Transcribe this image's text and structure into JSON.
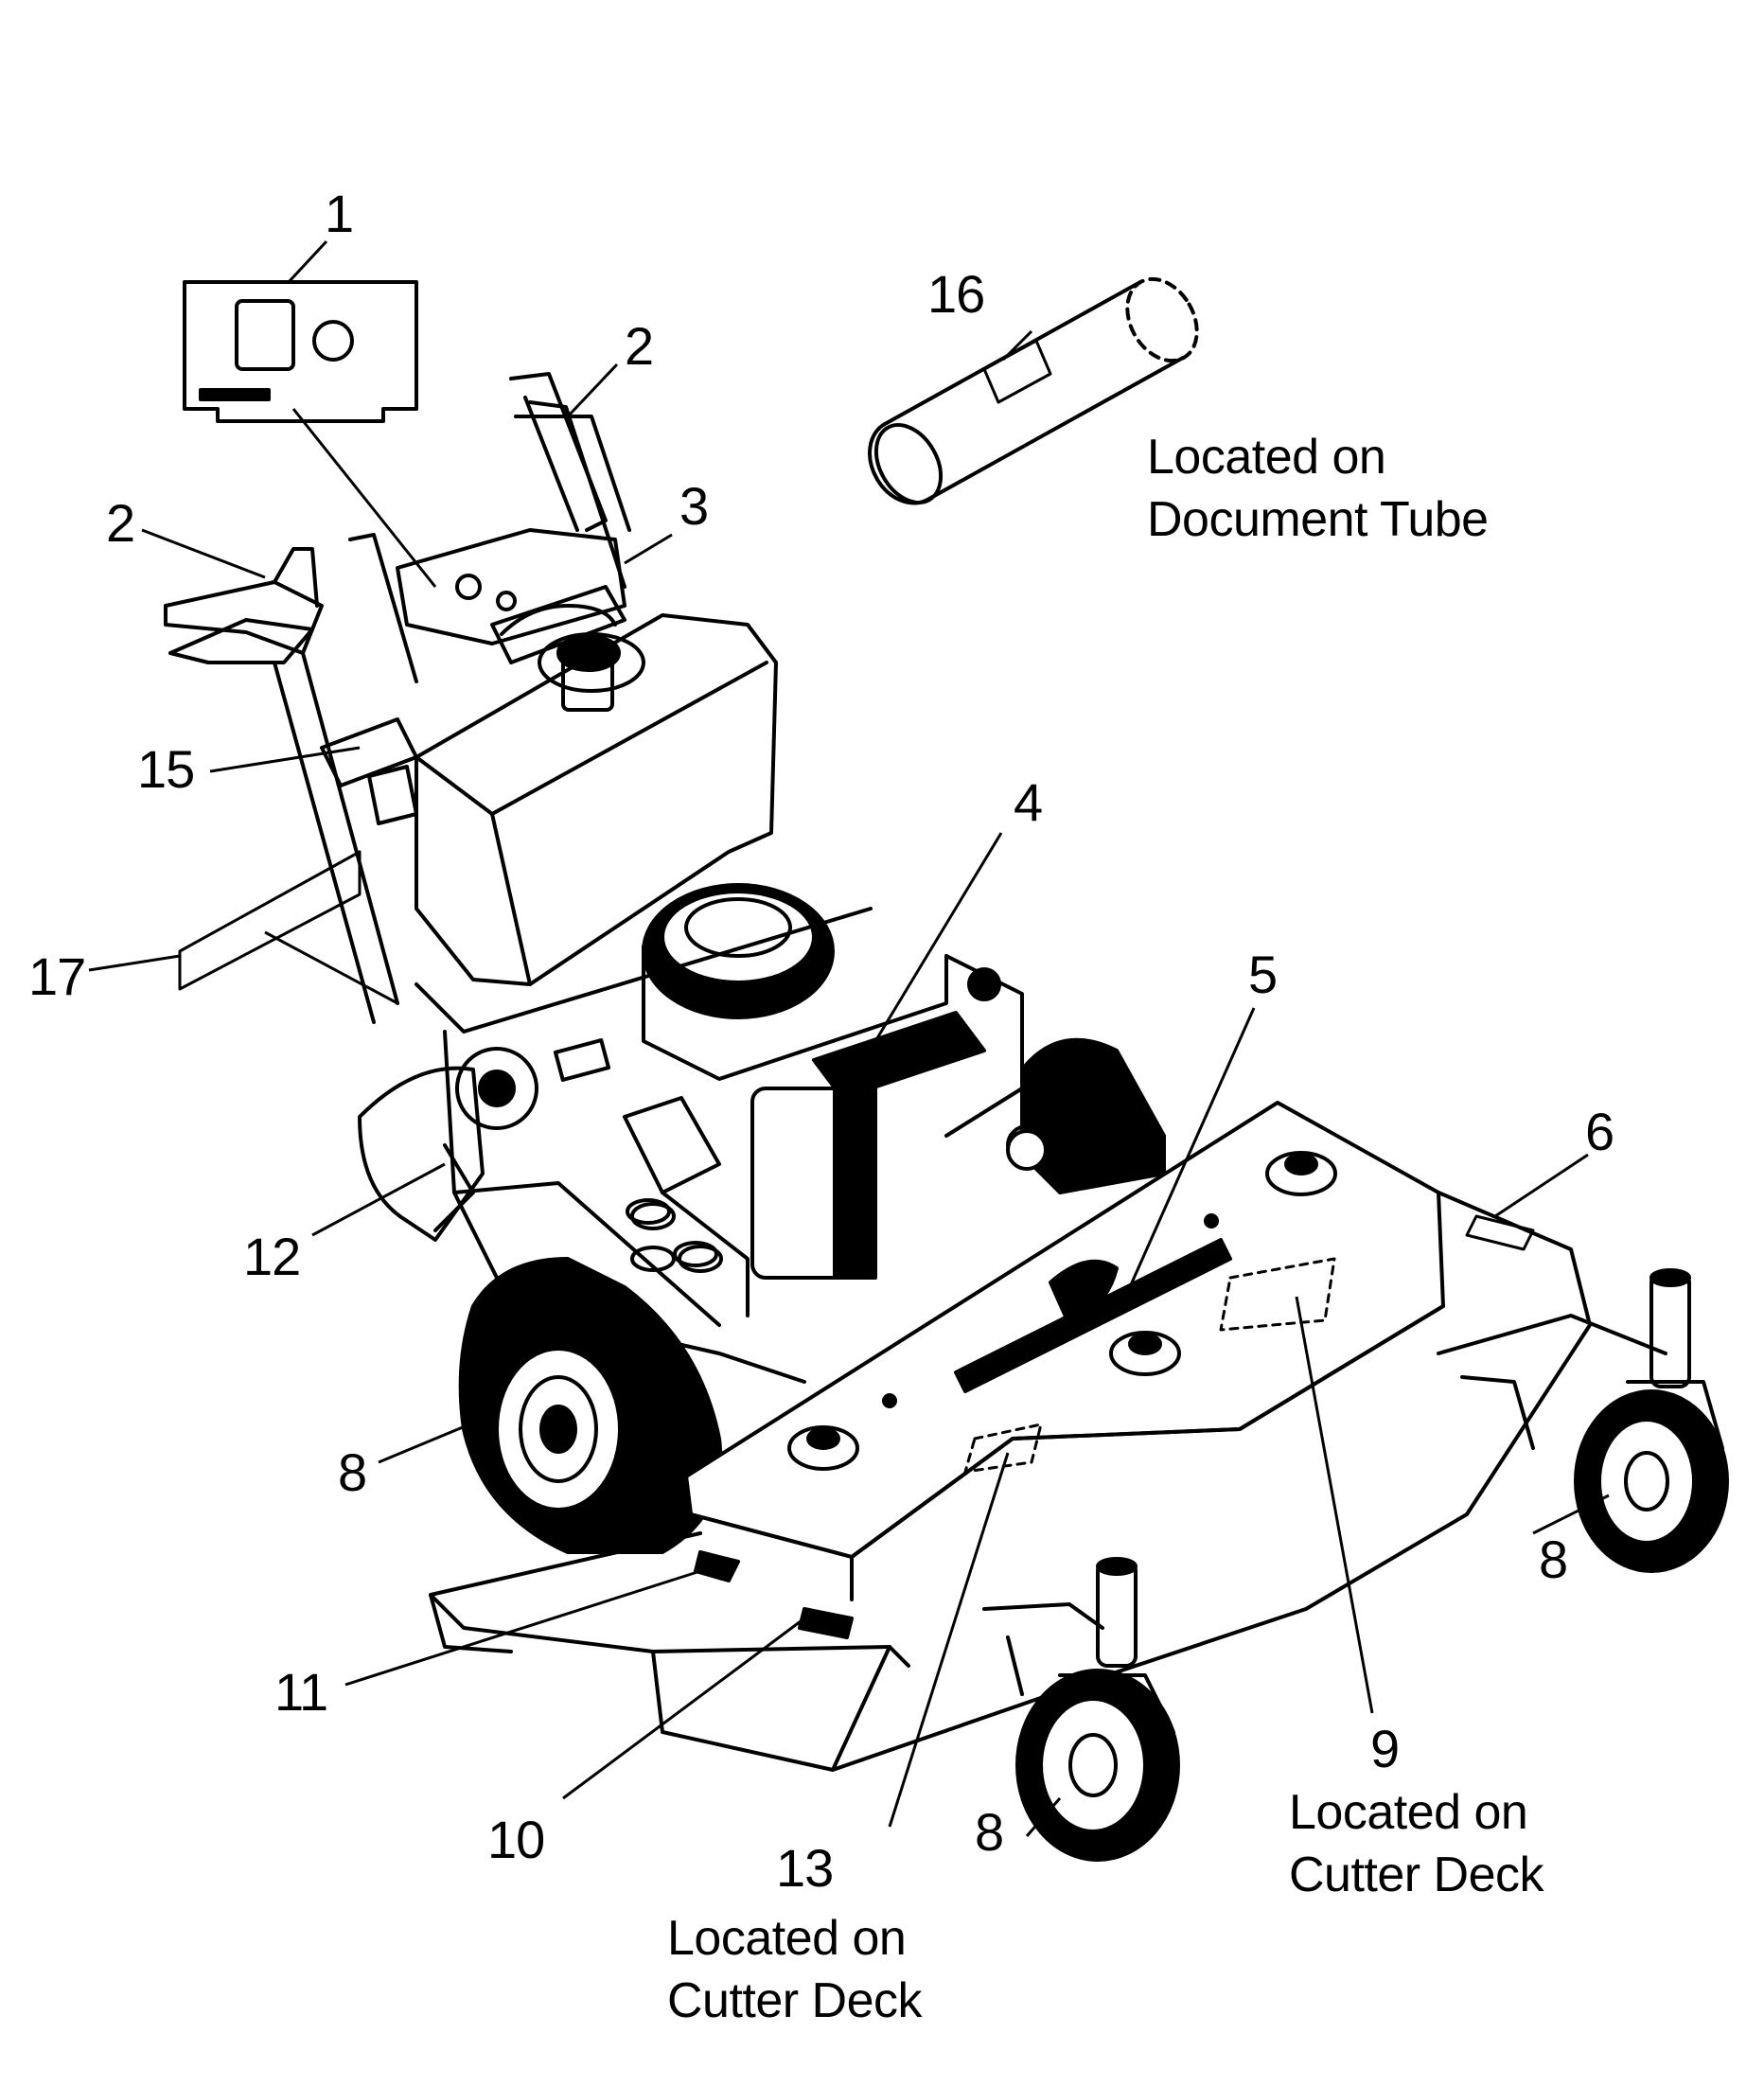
{
  "callouts": {
    "c1": "1",
    "c2a": "2",
    "c2b": "2",
    "c3": "3",
    "c4": "4",
    "c5": "5",
    "c6": "6",
    "c8a": "8",
    "c8b": "8",
    "c8c": "8",
    "c9": "9",
    "c10": "10",
    "c11": "11",
    "c12": "12",
    "c13": "13",
    "c15": "15",
    "c16": "16",
    "c17": "17"
  },
  "notes": {
    "document_tube": {
      "line1": "Located on",
      "line2": "Document Tube"
    },
    "deck_9": {
      "line1": "Located on",
      "line2": "Cutter Deck"
    },
    "deck_13": {
      "line1": "Located on",
      "line2": "Cutter Deck"
    }
  }
}
